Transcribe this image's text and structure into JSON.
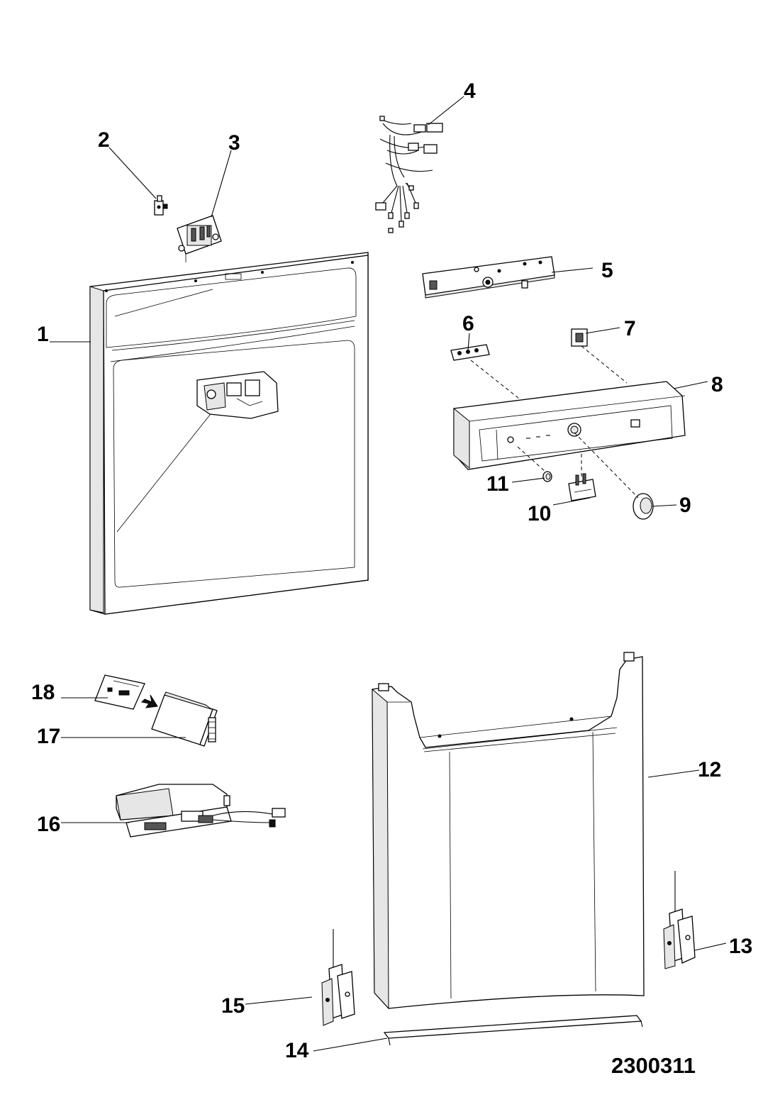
{
  "diagram": {
    "reference_number": "2300311",
    "callouts": [
      {
        "id": "1",
        "label": "1"
      },
      {
        "id": "2",
        "label": "2"
      },
      {
        "id": "3",
        "label": "3"
      },
      {
        "id": "4",
        "label": "4"
      },
      {
        "id": "5",
        "label": "5"
      },
      {
        "id": "6",
        "label": "6"
      },
      {
        "id": "7",
        "label": "7"
      },
      {
        "id": "8",
        "label": "8"
      },
      {
        "id": "9",
        "label": "9"
      },
      {
        "id": "10",
        "label": "10"
      },
      {
        "id": "11",
        "label": "11"
      },
      {
        "id": "12",
        "label": "12"
      },
      {
        "id": "13",
        "label": "13"
      },
      {
        "id": "14",
        "label": "14"
      },
      {
        "id": "15",
        "label": "15"
      },
      {
        "id": "16",
        "label": "16"
      },
      {
        "id": "17",
        "label": "17"
      },
      {
        "id": "18",
        "label": "18"
      }
    ]
  }
}
